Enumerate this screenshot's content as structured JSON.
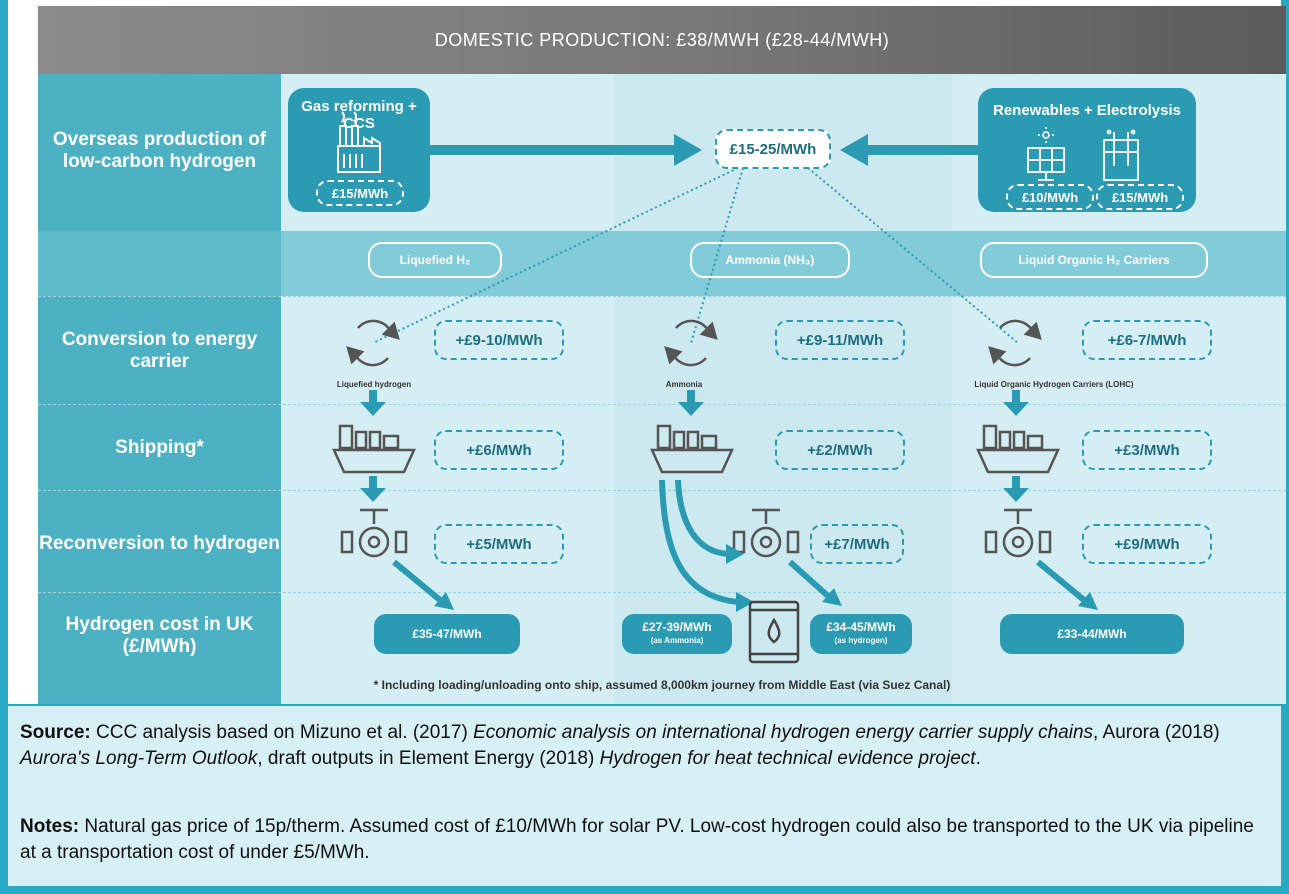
{
  "header": "DOMESTIC PRODUCTION: £38/MWH (£28-44/MWH)",
  "rows": {
    "overseas": "Overseas production of low-carbon hydrogen",
    "conversion": "Conversion to energy carrier",
    "shipping": "Shipping*",
    "reconversion": "Reconversion to hydrogen",
    "cost": "Hydrogen cost in UK (£/MWh)"
  },
  "production": {
    "gas_title": "Gas reforming + CCS",
    "gas_cost": "£15/MWh",
    "center_cost": "£15-25/MWh",
    "renew_title": "Renewables + Electrolysis",
    "solar_cost": "£10/MWh",
    "electrolysis_cost": "£15/MWh"
  },
  "carriers": {
    "liquefied": "Liquefied H₂",
    "ammonia": "Ammonia (NH₃)",
    "lohc": "Liquid Organic H₂ Carriers"
  },
  "conversion": {
    "liquefied_cost": "+£9-10/MWh",
    "ammonia_cost": "+£9-11/MWh",
    "lohc_cost": "+£6-7/MWh",
    "liquefied_caption": "Liquefied hydrogen",
    "ammonia_caption": "Ammonia",
    "lohc_caption": "Liquid Organic Hydrogen Carriers (LOHC)"
  },
  "shipping": {
    "liquefied_cost": "+£6/MWh",
    "ammonia_cost": "+£2/MWh",
    "lohc_cost": "+£3/MWh"
  },
  "reconversion": {
    "liquefied_cost": "+£5/MWh",
    "ammonia_cost": "+£7/MWh",
    "lohc_cost": "+£9/MWh"
  },
  "final": {
    "liquefied": "£35-47/MWh",
    "ammonia_value": "£27-39/MWh",
    "ammonia_note": "(as Ammonia)",
    "hydrogen_value": "£34-45/MWh",
    "hydrogen_note": "(as hydrogen)",
    "lohc": "£33-44/MWh"
  },
  "footnote": "* Including loading/unloading onto ship, assumed 8,000km journey from Middle East (via Suez Canal)",
  "source": {
    "label": "Source:",
    "text1": " CCC analysis based on Mizuno et al. (2017) ",
    "title1": "Economic analysis on international hydrogen energy carrier supply chains",
    "text2": ", Aurora (2018) ",
    "title2": "Aurora's Long-Term Outlook",
    "text3": ", draft outputs in Element Energy (2018) ",
    "title3": "Hydrogen for heat technical evidence project",
    "text4": "."
  },
  "notes": {
    "label": "Notes:",
    "text": " Natural gas price of 15p/therm. Assumed cost of £10/MWh for solar PV. Low-cost hydrogen could also be transported to the UK via pipeline at a transportation cost of under £5/MWh."
  },
  "colors": {
    "teal": "#2a9bb2",
    "frame": "#28a9c3",
    "light": "#d5eef4"
  },
  "icons": [
    "factory-icon",
    "sun-icon",
    "solar-panel-icon",
    "electrolyser-icon",
    "cycle-icon",
    "ship-icon",
    "valve-icon",
    "barrel-icon",
    "arrow-icon"
  ]
}
